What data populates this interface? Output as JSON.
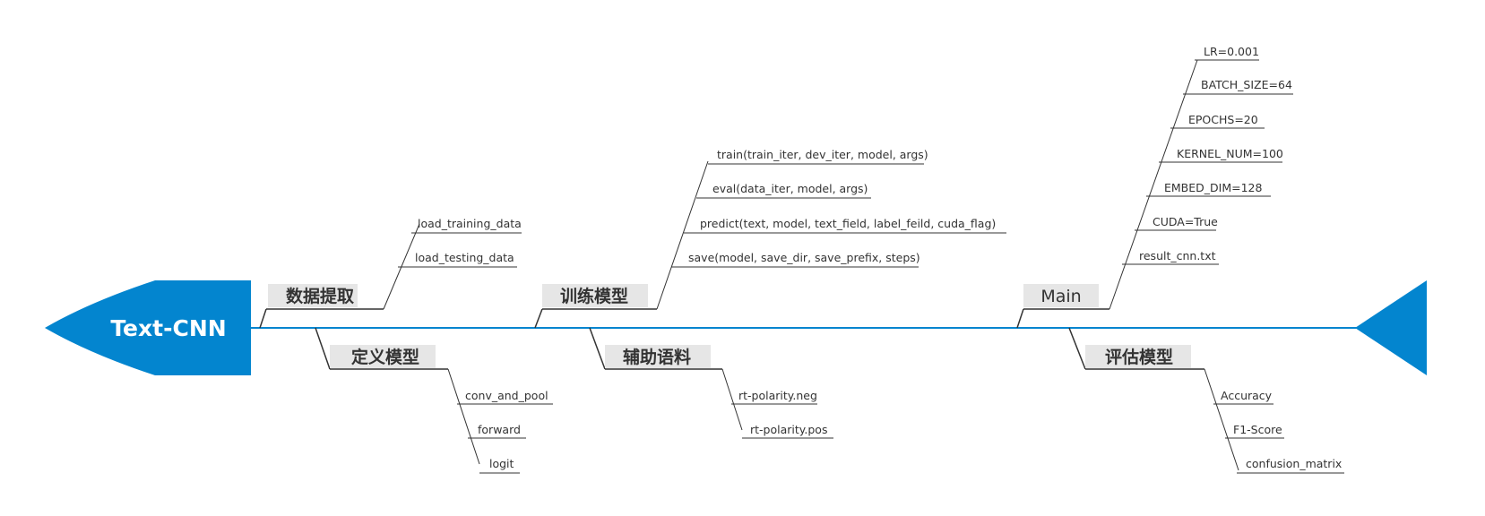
{
  "head": {
    "title": "Text-CNN"
  },
  "colors": {
    "accent": "#0385cf",
    "branch": "#333333",
    "label_bg": "#e6e6e6"
  },
  "categories": {
    "data_extraction": {
      "label": "数据提取",
      "items": [
        "load_training_data",
        "load_testing_data"
      ]
    },
    "define_model": {
      "label": "定义模型",
      "items": [
        "conv_and_pool",
        "forward",
        "logit"
      ]
    },
    "train_model": {
      "label": "训练模型",
      "items": [
        "train(train_iter, dev_iter, model, args)",
        "eval(data_iter, model, args)",
        "predict(text, model, text_field, label_feild, cuda_flag)",
        "save(model, save_dir, save_prefix, steps)"
      ]
    },
    "auxiliary_corpus": {
      "label": "辅助语料",
      "items": [
        "rt-polarity.neg",
        "rt-polarity.pos"
      ]
    },
    "main": {
      "label": "Main",
      "items": [
        "LR=0.001",
        "BATCH_SIZE=64",
        "EPOCHS=20",
        "KERNEL_NUM=100",
        "EMBED_DIM=128",
        "CUDA=True",
        "result_cnn.txt"
      ]
    },
    "evaluate_model": {
      "label": "评估模型",
      "items": [
        "Accuracy",
        "F1-Score",
        "confusion_matrix"
      ]
    }
  }
}
